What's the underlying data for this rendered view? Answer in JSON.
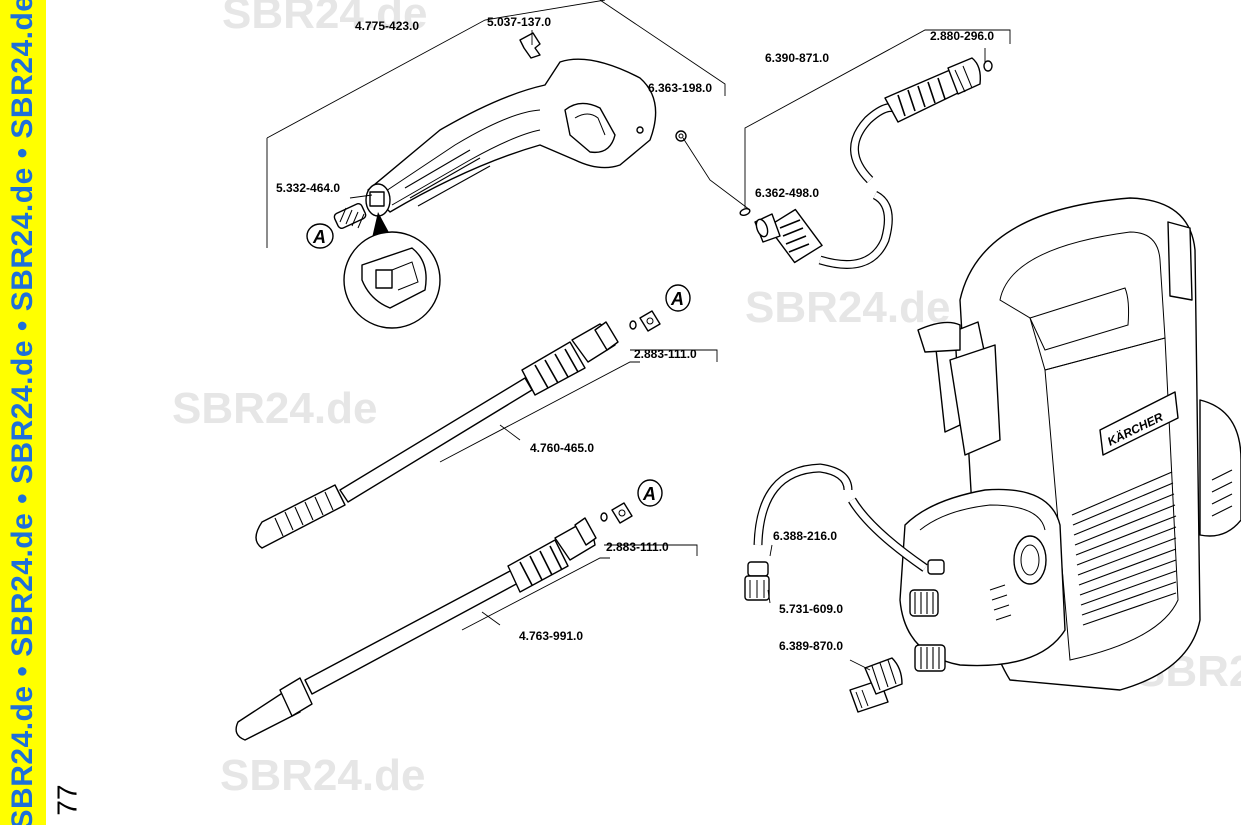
{
  "sidebar": {
    "text": "• SBR24.de • SBR24.de • SBR24.de • SBR24.de • SBR24.de •",
    "background": "#ffff00",
    "text_color": "#1e6fd9"
  },
  "page_number": "77",
  "watermarks": [
    "SBR24.de",
    "SBR24.de",
    "SBR24.de",
    "SBR24.de",
    "SBR2"
  ],
  "parts": {
    "p4775_423": "4.775-423.0",
    "p5037_137": "5.037-137.0",
    "p6363_198": "6.363-198.0",
    "p6390_871": "6.390-871.0",
    "p2880_296": "2.880-296.0",
    "p5332_464": "5.332-464.0",
    "p6362_498": "6.362-498.0",
    "p2883_111_a": "2.883-111.0",
    "p4760_465": "4.760-465.0",
    "p2883_111_b": "2.883-111.0",
    "p4763_991": "4.763-991.0",
    "p6388_216": "6.388-216.0",
    "p5731_609": "5.731-609.0",
    "p6389_870": "6.389-870.0"
  },
  "markers": {
    "a1": "A",
    "a2": "A",
    "a3": "A"
  },
  "brand": "KÄRCHER"
}
